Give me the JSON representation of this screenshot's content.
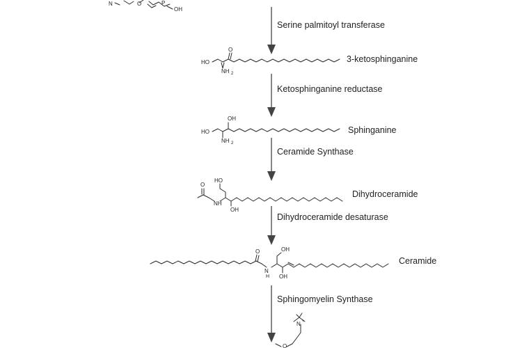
{
  "enzymes": [
    "Serine palmitoyl transferase",
    "Ketosphinganine reductase",
    "Ceramide Synthase",
    "Dihydroceramide desaturase",
    "Sphingomyelin Synthase"
  ],
  "compounds": [
    "3-ketosphinganine",
    "Sphinganine",
    "Dihydroceramide",
    "Ceramide"
  ],
  "atom_labels": {
    "ho": "HO",
    "oh": "OH",
    "o": "O",
    "nh2": "NH",
    "sub2": "2",
    "nh": "NH",
    "n": "N",
    "h": "H",
    "p": "P",
    "nplus": "N",
    "plus": "+"
  },
  "colors": {
    "text": "#222222",
    "bonds": "#2a2a2a",
    "arrows": "#444444",
    "background": "#ffffff"
  }
}
